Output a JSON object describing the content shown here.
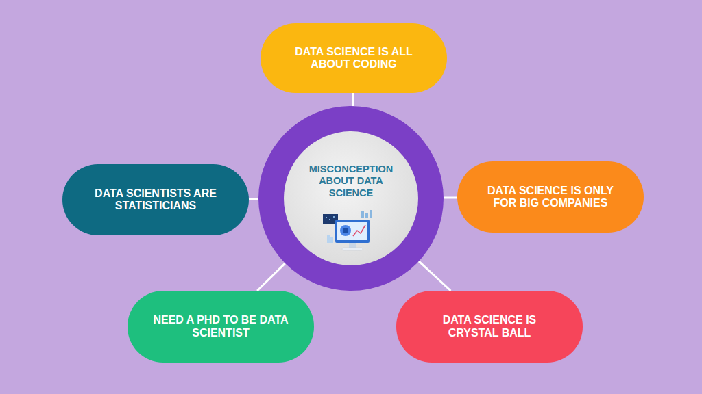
{
  "diagram": {
    "nodes": [
      {
        "text": [
          "MISCONCEPTION ABOUT DATA SCIENCE"
        ]
      },
      {
        "text": [
          "DATA SCIENCE IS ALL ABOUT CODING"
        ]
      },
      {
        "text": [
          "DATA SCIENCE IS ONLY FOR BIG COMPANIES"
        ]
      },
      {
        "text": [
          "DATA SCIENCE IS CRYSTAL BALL"
        ]
      },
      {
        "text": [
          "NEED A PHD TO BE DATA SCIENTIST"
        ]
      },
      {
        "text": [
          "DATA SCIENTISTS ARE STATISTICIANS"
        ]
      }
    ],
    "edges": [
      {
        "from": 0,
        "to": 1,
        "arrow": "none"
      },
      {
        "from": 0,
        "to": 2,
        "arrow": "none"
      },
      {
        "from": 0,
        "to": 3,
        "arrow": "none"
      },
      {
        "from": 0,
        "to": 4,
        "arrow": "none"
      },
      {
        "from": 0,
        "to": 5,
        "arrow": "none"
      }
    ]
  }
}
